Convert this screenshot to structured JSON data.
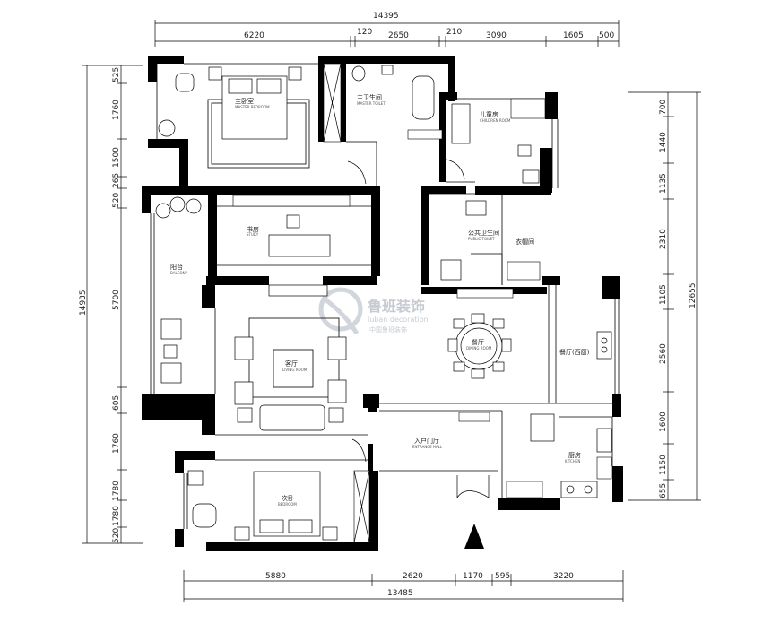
{
  "dimensions": {
    "top_total": "14395",
    "top_segments": [
      "6220",
      "120",
      "2650",
      "210",
      "3090",
      "1605",
      "500"
    ],
    "bottom_segments": [
      "5880",
      "2620",
      "1170",
      "595",
      "3220"
    ],
    "bottom_total": "13485",
    "left_total": "14935",
    "left_segments": [
      "525",
      "1760",
      "1500",
      "265",
      "520",
      "5700",
      "605",
      "1760",
      "1780",
      "1780",
      "520"
    ],
    "right_total": "12655",
    "right_segments": [
      "700",
      "1440",
      "1135",
      "2310",
      "1105",
      "2560",
      "1600",
      "1150",
      "655"
    ]
  },
  "rooms": {
    "master_bedroom": {
      "label": "主卧室",
      "sub": "MASTER BEDROOM"
    },
    "master_bath": {
      "label": "主卫生间",
      "sub": "MASTER TOILET"
    },
    "kids_room": {
      "label": "儿童房",
      "sub": "CHILDREN ROOM"
    },
    "study": {
      "label": "书房",
      "sub": "STUDY"
    },
    "balcony": {
      "label": "阳台",
      "sub": "BALCONY"
    },
    "living": {
      "label": "客厅",
      "sub": "LIVING ROOM"
    },
    "public_bath": {
      "label": "公共卫生间",
      "sub": "PUBLIC TOILET"
    },
    "storage": {
      "label": "衣帽间",
      "sub": ""
    },
    "dining": {
      "label": "餐厅",
      "sub": "DINING ROOM"
    },
    "dinette": {
      "label": "餐厅(西厨)",
      "sub": ""
    },
    "foyer": {
      "label": "入户门厅",
      "sub": "ENTRANCE HALL"
    },
    "kitchen": {
      "label": "厨房",
      "sub": "KITCHEN"
    },
    "guest_bedroom": {
      "label": "次卧",
      "sub": "BEDROOM"
    }
  },
  "watermark": {
    "brand": "鲁班装饰",
    "english": "luban decoration",
    "tagline": "中国鲁班装饰"
  }
}
